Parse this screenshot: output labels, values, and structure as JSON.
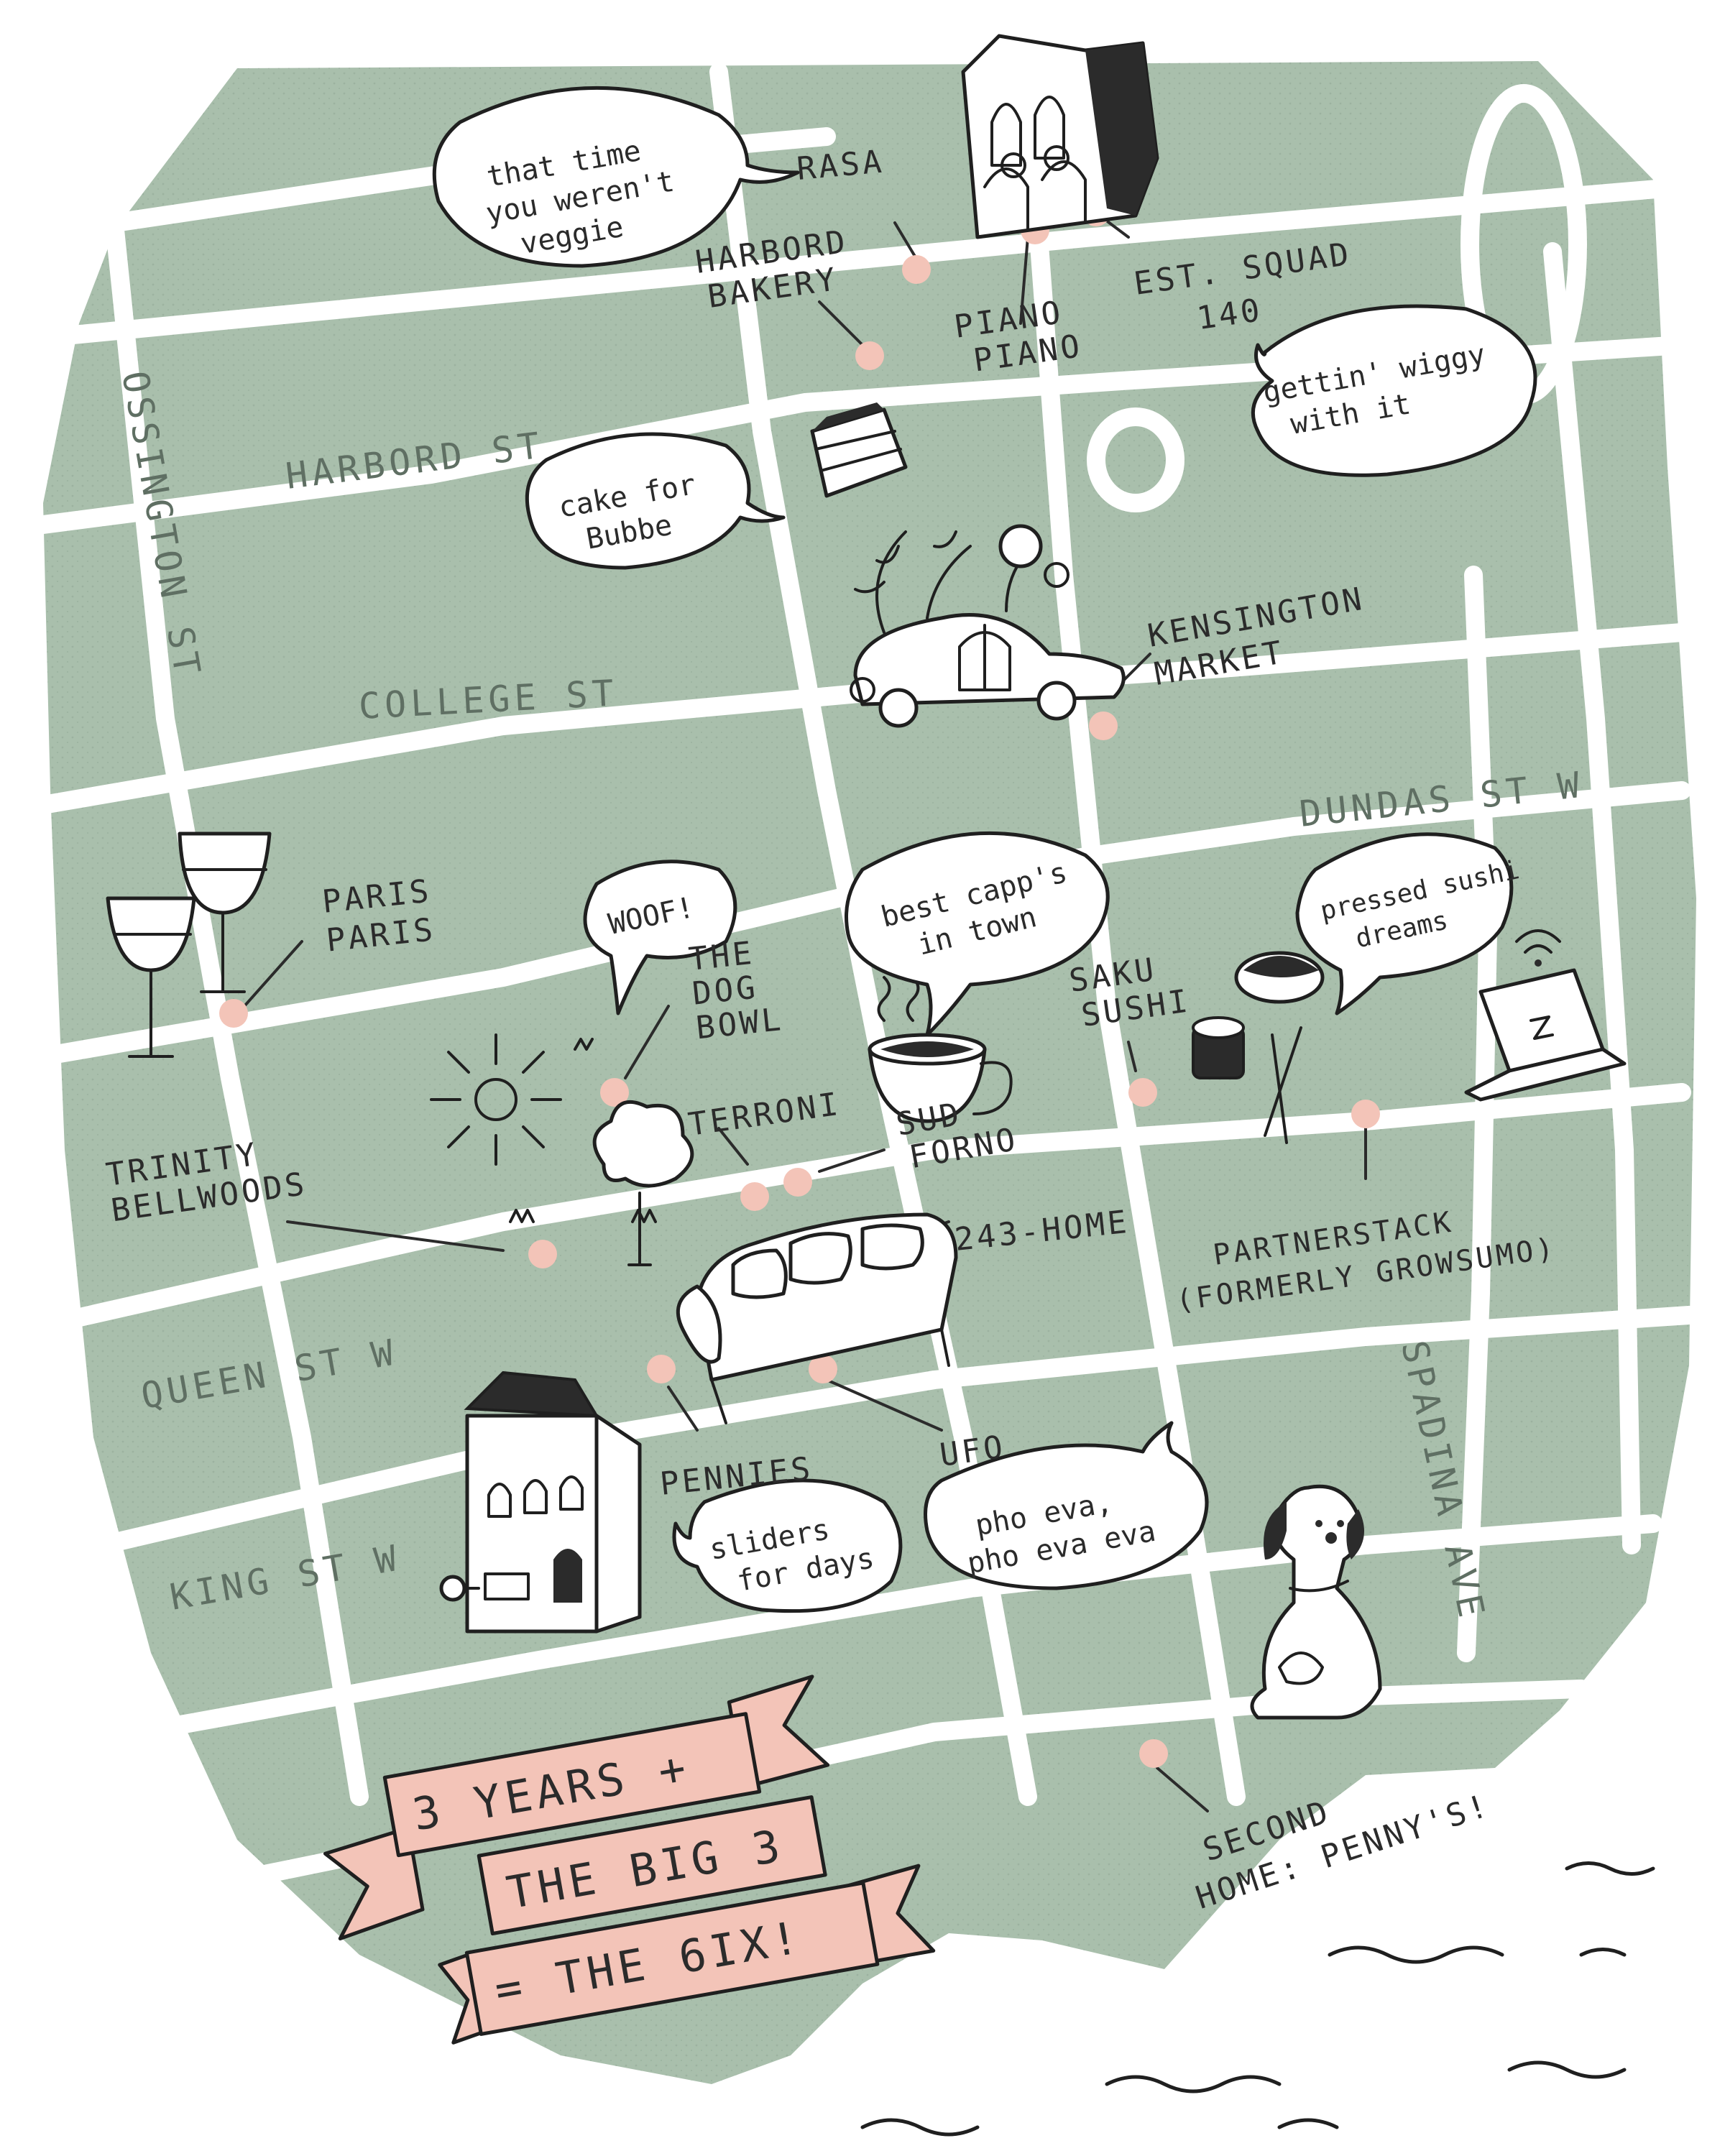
{
  "colors": {
    "land": "#a9bfac",
    "land_dark": "#97ae9b",
    "road": "#ffffff",
    "ink": "#1f1f1f",
    "street_label": "#5f6f63",
    "marker": "#f3c4b8",
    "banner": "#f3c4b8",
    "background": "#ffffff"
  },
  "streets": {
    "harbord": "HARBORD ST",
    "college": "COLLEGE ST",
    "dundas": "DUNDAS ST W",
    "queen": "QUEEN ST W",
    "king": "KING ST W",
    "ossington": "OSSINGTON ST",
    "spadina": "SPADINA AVE"
  },
  "places": {
    "rasa": "RASA",
    "harbord_bakery": [
      "HARBORD",
      "BAKERY"
    ],
    "piano_piano": [
      "PIANO",
      "PIANO"
    ],
    "est_squad": [
      "EST. SQUAD",
      "140"
    ],
    "kensington": [
      "KENSINGTON",
      "MARKET"
    ],
    "paris_paris": [
      "PARIS",
      "PARIS"
    ],
    "dog_bowl": [
      "THE",
      "DOG",
      "BOWL"
    ],
    "terroni": "TERRONI",
    "sud_forno": [
      "SUD",
      "FORNO"
    ],
    "saku_sushi": [
      "SAKU",
      "SUSHI"
    ],
    "trinity_bellwoods": [
      "TRINITY",
      "BELLWOODS"
    ],
    "home": "243-HOME",
    "partnerstack": [
      "PARTNERSTACK",
      "(FORMERLY GROWSUMO)"
    ],
    "pennies": "PENNIES",
    "ufo": "UFO",
    "second_home": [
      "SECOND",
      "HOME: PENNY'S!"
    ]
  },
  "bubbles": {
    "veggie": [
      "that time",
      "you weren't",
      "veggie"
    ],
    "wiggy": [
      "gettin' wiggy",
      "with it"
    ],
    "cake": [
      "cake for",
      "Bubbe"
    ],
    "woof": [
      "WOOF!"
    ],
    "capps": [
      "best capp's",
      "in town"
    ],
    "sushi": [
      "pressed sushi",
      "dreams"
    ],
    "sliders": [
      "sliders",
      "for days"
    ],
    "pho": [
      "pho eva,",
      "pho eva eva"
    ]
  },
  "icons": [
    "restaurant-storefront-icon",
    "cake-slice-icon",
    "garden-car-icon",
    "wine-glasses-icon",
    "sun-icon",
    "tree-icon",
    "grass-icon",
    "coffee-cup-icon",
    "sushi-chopsticks-icon",
    "laptop-wifi-icon",
    "sofa-icon",
    "townhouse-icon",
    "dog-icon",
    "water-waves-icon"
  ],
  "banner": {
    "line1": "3 YEARS +",
    "line2": "THE BIG 3",
    "line3": "= THE 6IX!"
  }
}
